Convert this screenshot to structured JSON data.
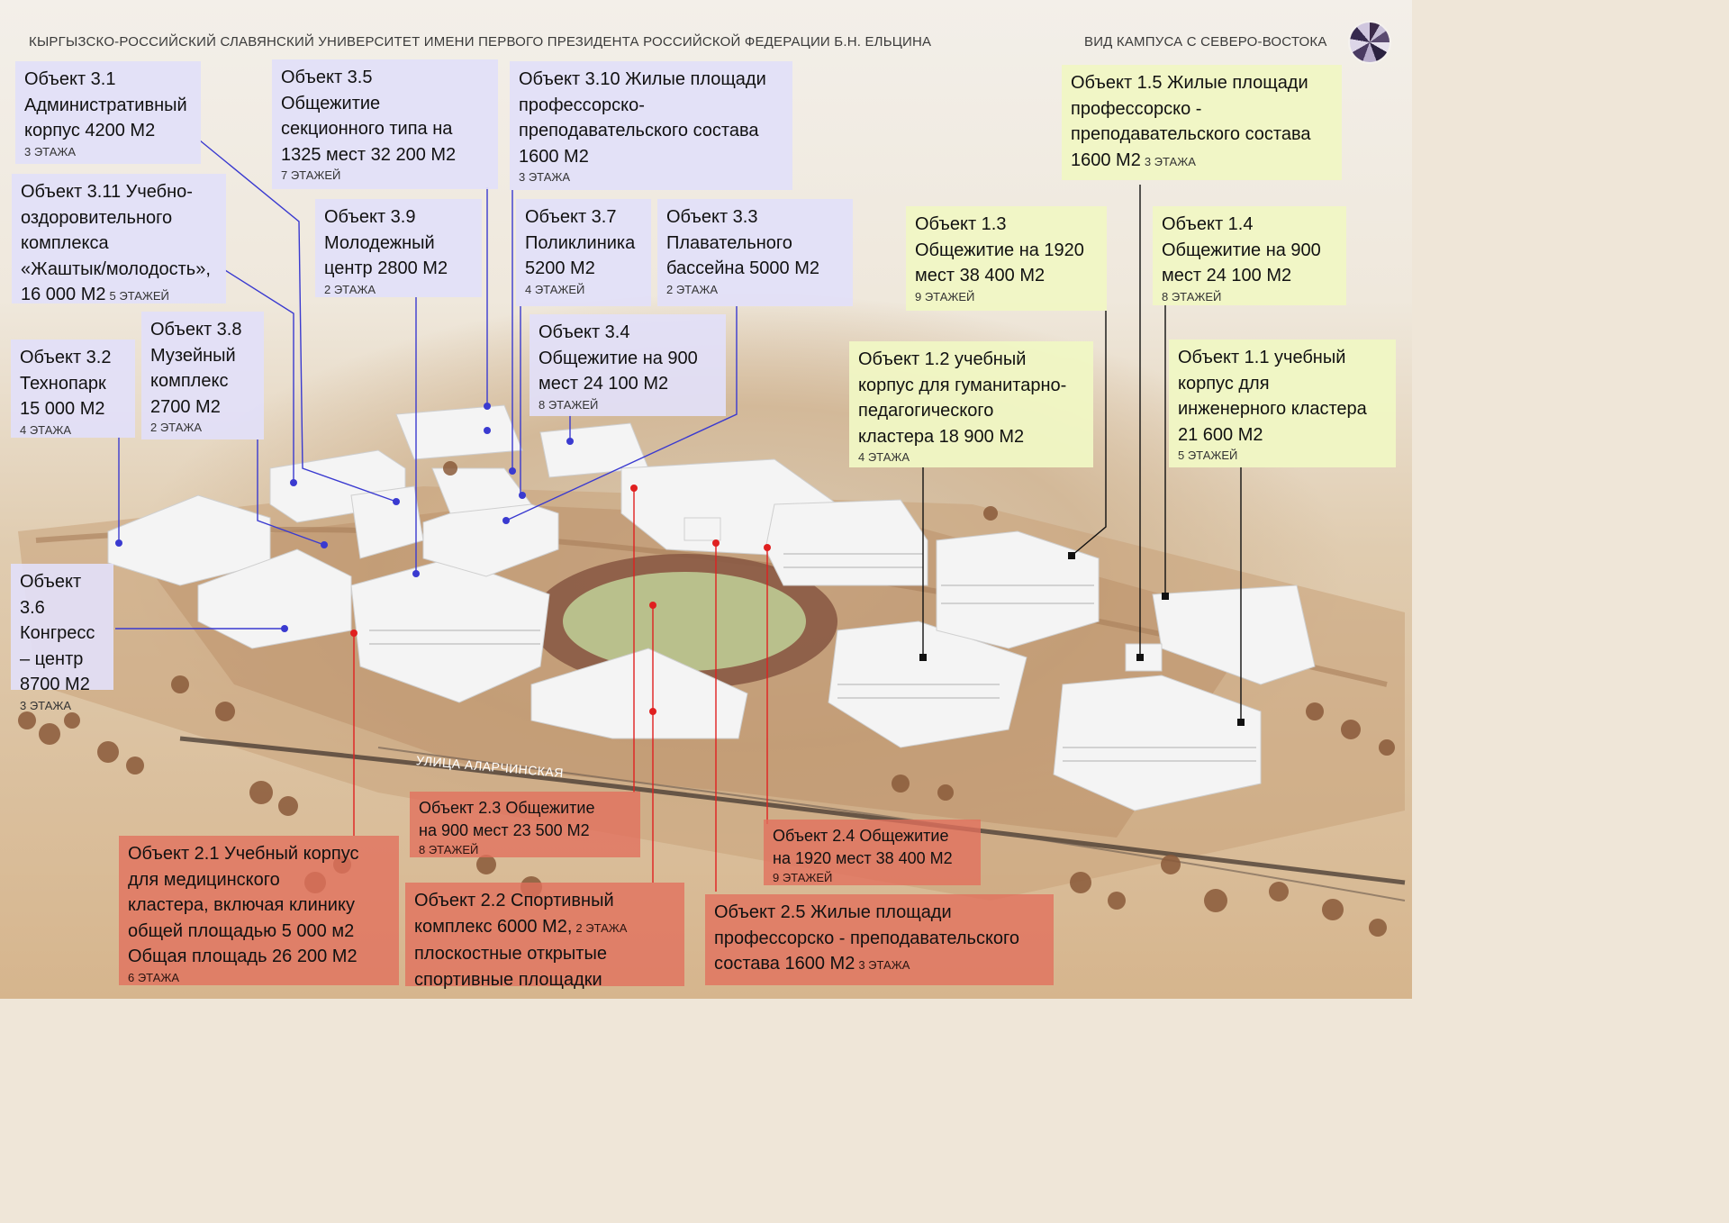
{
  "header": {
    "title": "КЫРГЫЗСКО-РОССИЙСКИЙ СЛАВЯНСКИЙ УНИВЕРСИТЕТ ИМЕНИ ПЕРВОГО ПРЕЗИДЕНТА РОССИЙСКОЙ ФЕДЕРАЦИИ Б.Н. ЕЛЬЦИНА",
    "view": "ВИД КАМПУСА С СЕВЕРО-ВОСТОКА",
    "logo_icon": "compass-logo"
  },
  "street_label": "УЛИЦА АЛАРЧИНСКАЯ",
  "colors": {
    "cluster3": "#e2e0f8",
    "cluster1": "#f0f7c4",
    "cluster2": "#e2705c",
    "leader_blue": "#3a3ad0",
    "leader_black": "#111111",
    "leader_red": "#e02020"
  },
  "objects": {
    "o3_1": {
      "title": "Объект 3.1\nАдминистративный\nкорпус 4200 М2",
      "floors": "3 ЭТАЖА"
    },
    "o3_5": {
      "title": "Объект 3.5\nОбщежитие\nсекционного типа на\n1325 мест 32 200 М2",
      "floors": "7 ЭТАЖЕЙ"
    },
    "o3_10": {
      "title": "Объект 3.10 Жилые площади\nпрофессорско-\nпреподавательского состава\n1600 М2",
      "floors": "3 ЭТАЖА"
    },
    "o1_5": {
      "title": "Объект 1.5 Жилые площади\nпрофессорско -\nпреподавательского состава\n1600 М2",
      "floors": "3 ЭТАЖА"
    },
    "o3_11": {
      "title": "Объект 3.11 Учебно-\nоздоровительного\nкомплекса\n«Жаштык/молодость»,\n16 000 М2",
      "floors": "5 ЭТАЖЕЙ"
    },
    "o3_9": {
      "title": "Объект 3.9\nМолодежный\nцентр 2800 М2",
      "floors": "2 ЭТАЖА"
    },
    "o3_7": {
      "title": "Объект 3.7\nПоликлиника\n5200 М2",
      "floors": "4 ЭТАЖЕЙ"
    },
    "o3_3": {
      "title": "Объект 3.3\nПлавательного\nбассейна 5000 М2",
      "floors": "2 ЭТАЖА"
    },
    "o1_3": {
      "title": "Объект 1.3\nОбщежитие на 1920\nмест 38 400 М2",
      "floors": "9 ЭТАЖЕЙ"
    },
    "o1_4": {
      "title": "Объект 1.4\nОбщежитие на 900\nмест 24 100 М2",
      "floors": "8 ЭТАЖЕЙ"
    },
    "o3_8": {
      "title": "Объект 3.8\nМузейный\nкомплекс\n2700 М2",
      "floors": "2 ЭТАЖА"
    },
    "o3_4": {
      "title": "Объект 3.4\nОбщежитие на 900\nмест 24 100 М2",
      "floors": "8 ЭТАЖЕЙ"
    },
    "o3_2": {
      "title": "Объект 3.2\nТехнопарк\n15 000 М2",
      "floors": "4 ЭТАЖА"
    },
    "o1_2": {
      "title": "Объект 1.2 учебный\nкорпус для гуманитарно-\nпедагогического\nкластера 18 900 М2",
      "floors": "4 ЭТАЖА"
    },
    "o1_1": {
      "title": "Объект 1.1 учебный\nкорпус для\nинженерного кластера\n21 600 М2",
      "floors": "5 ЭТАЖЕЙ"
    },
    "o3_6": {
      "title": "Объект 3.6\nКонгресс\n– центр\n8700 М2",
      "floors": "3 ЭТАЖА"
    },
    "o2_3": {
      "title": "Объект 2.3 Общежитие\nна 900 мест 23 500 М2",
      "floors": "8 ЭТАЖЕЙ"
    },
    "o2_4": {
      "title": "Объект 2.4 Общежитие\nна 1920 мест 38 400 М2",
      "floors": "9 ЭТАЖЕЙ"
    },
    "o2_1": {
      "title": "Объект 2.1 Учебный корпус\nдля медицинского\nкластера, включая клинику\nобщей площадью 5 000 м2\nОбщая площадь 26 200 М2",
      "floors": "6 ЭТАЖА"
    },
    "o2_2": {
      "title_a": "Объект 2.2 Спортивный\nкомплекс 6000 М2,",
      "floors": "2 ЭТАЖА",
      "title_b": "плоскостные открытые\nспортивные площадки"
    },
    "o2_5": {
      "title_a": "Объект 2.5 Жилые площади\nпрофессорско - преподавательского\nсостава 1600 М2",
      "floors": "3 ЭТАЖА"
    }
  }
}
